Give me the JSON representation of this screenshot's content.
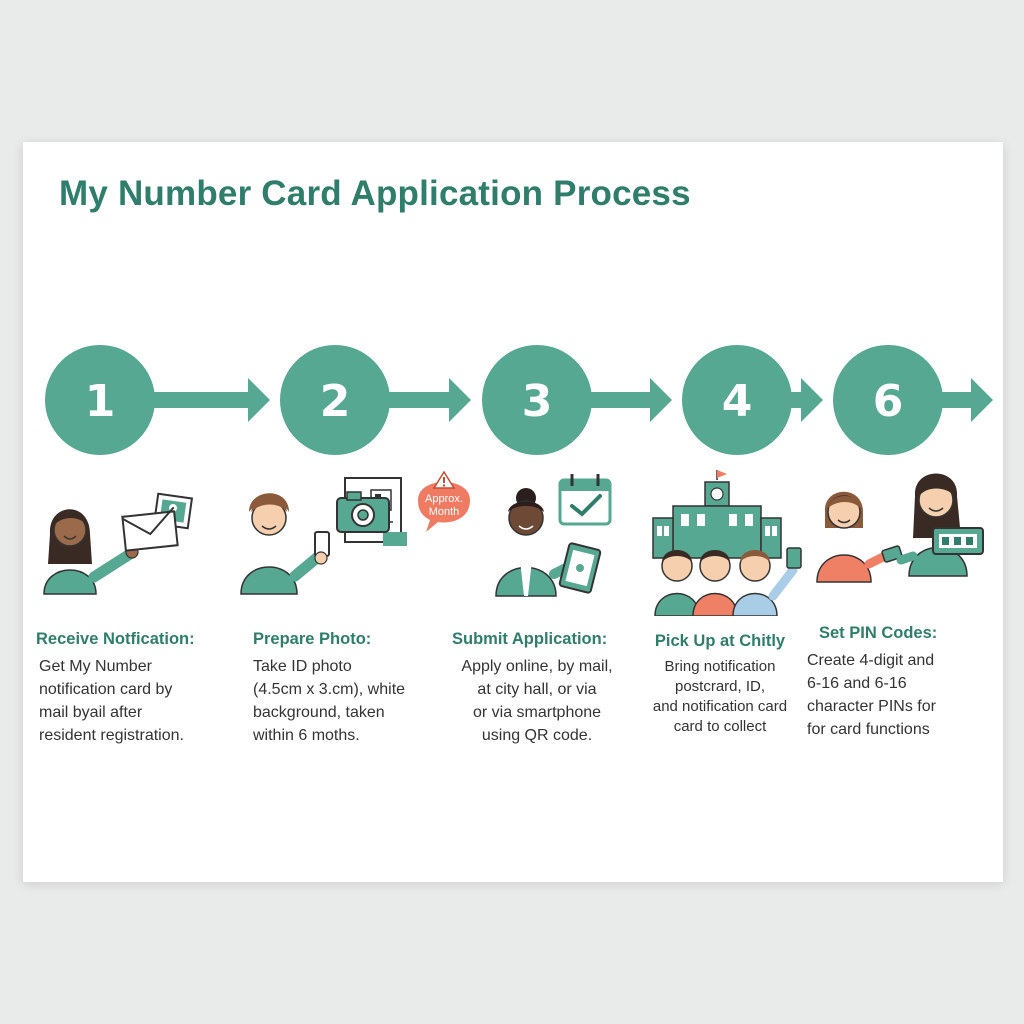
{
  "title": "My Number Card Application Process",
  "colors": {
    "accent": "#56a892",
    "heading": "#2e7e6b",
    "badge": "#ef7b63",
    "coral": "#ef8066",
    "lightblue": "#a9cde6"
  },
  "steps": [
    {
      "number": "1",
      "heading": "Receive Notfication:",
      "description": "Get My Number\nnotification card by\nmail byail after\nresident registration.",
      "icons": [
        "woman-icon",
        "envelope-icon",
        "photo-icon"
      ]
    },
    {
      "number": "2",
      "heading": "Prepare Photo:",
      "description": "Take ID photo\n(4.5cm x 3.cm), white\nbackground, taken\nwithin 6 moths.",
      "icons": [
        "man-icon",
        "camera-icon",
        "smartphone-icon"
      ]
    },
    {
      "number": "3",
      "heading": "Submit Application:",
      "description": "Apply online, by mail,\nat city hall, or via\nor via smartphone\nusing QR code.",
      "badge": [
        "Approx.",
        "Month"
      ],
      "icons": [
        "woman-icon",
        "calendar-check-icon",
        "tablet-icon",
        "warning-icon"
      ]
    },
    {
      "number": "4",
      "heading": "Pick Up at Chitly",
      "description": "Bring notification\npostcrard, ID,\nand notification card\ncard to collect",
      "icons": [
        "city-hall-icon",
        "family-icon",
        "card-icon"
      ]
    },
    {
      "number": "6",
      "heading": "Set PIN Codes:",
      "description": "Create 4-digit and\n6-16 and 6-16\ncharacter PINs for\nfor card functions",
      "icons": [
        "woman-icon",
        "woman-icon",
        "pin-keypad-icon"
      ]
    }
  ]
}
